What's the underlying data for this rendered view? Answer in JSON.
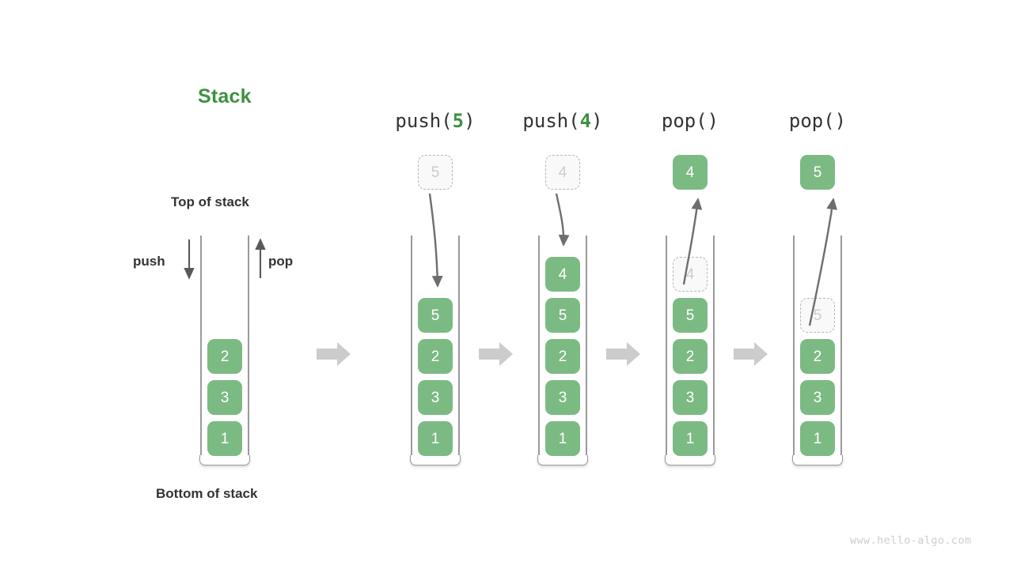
{
  "title": {
    "text": "Stack",
    "color": "#3e9141"
  },
  "labels": {
    "top_of_stack": "Top of stack",
    "bottom_of_stack": "Bottom of stack",
    "push": "push",
    "pop": "pop"
  },
  "watermark": "www.hello-algo.com",
  "colors": {
    "accent_green": "#3e9141",
    "box_green": "#7cba84",
    "ghost_border": "#b9b9b9",
    "ghost_text": "#cccccc",
    "wall_gray": "#9a9a9a",
    "arrow_gray": "#6e6e6e",
    "flow_arrow_gray": "#cccccc",
    "text_dark": "#333333"
  },
  "panels": [
    {
      "id": "initial",
      "header": null,
      "header_prefix": null,
      "header_arg": null,
      "header_suffix": null,
      "floating": null,
      "stack": [
        "2",
        "3",
        "1"
      ],
      "ghost_index": -1
    },
    {
      "id": "push-5",
      "header": "push(5)",
      "header_prefix": "push(",
      "header_arg": "5",
      "header_suffix": ")",
      "floating": {
        "value": "5",
        "style": "ghost"
      },
      "stack": [
        "5",
        "2",
        "3",
        "1"
      ],
      "ghost_index": -1,
      "arrow": "down"
    },
    {
      "id": "push-4",
      "header": "push(4)",
      "header_prefix": "push(",
      "header_arg": "4",
      "header_suffix": ")",
      "floating": {
        "value": "4",
        "style": "ghost"
      },
      "stack": [
        "4",
        "5",
        "2",
        "3",
        "1"
      ],
      "ghost_index": -1,
      "arrow": "down"
    },
    {
      "id": "pop-1",
      "header": "pop()",
      "header_prefix": "pop(",
      "header_arg": "",
      "header_suffix": ")",
      "floating": {
        "value": "4",
        "style": "solid"
      },
      "stack": [
        "4",
        "5",
        "2",
        "3",
        "1"
      ],
      "ghost_index": 0,
      "arrow": "up"
    },
    {
      "id": "pop-2",
      "header": "pop()",
      "header_prefix": "pop(",
      "header_arg": "",
      "header_suffix": ")",
      "floating": {
        "value": "5",
        "style": "solid"
      },
      "stack": [
        "5",
        "2",
        "3",
        "1"
      ],
      "ghost_index": 0,
      "arrow": "up"
    }
  ],
  "flow_arrows_count": 4
}
